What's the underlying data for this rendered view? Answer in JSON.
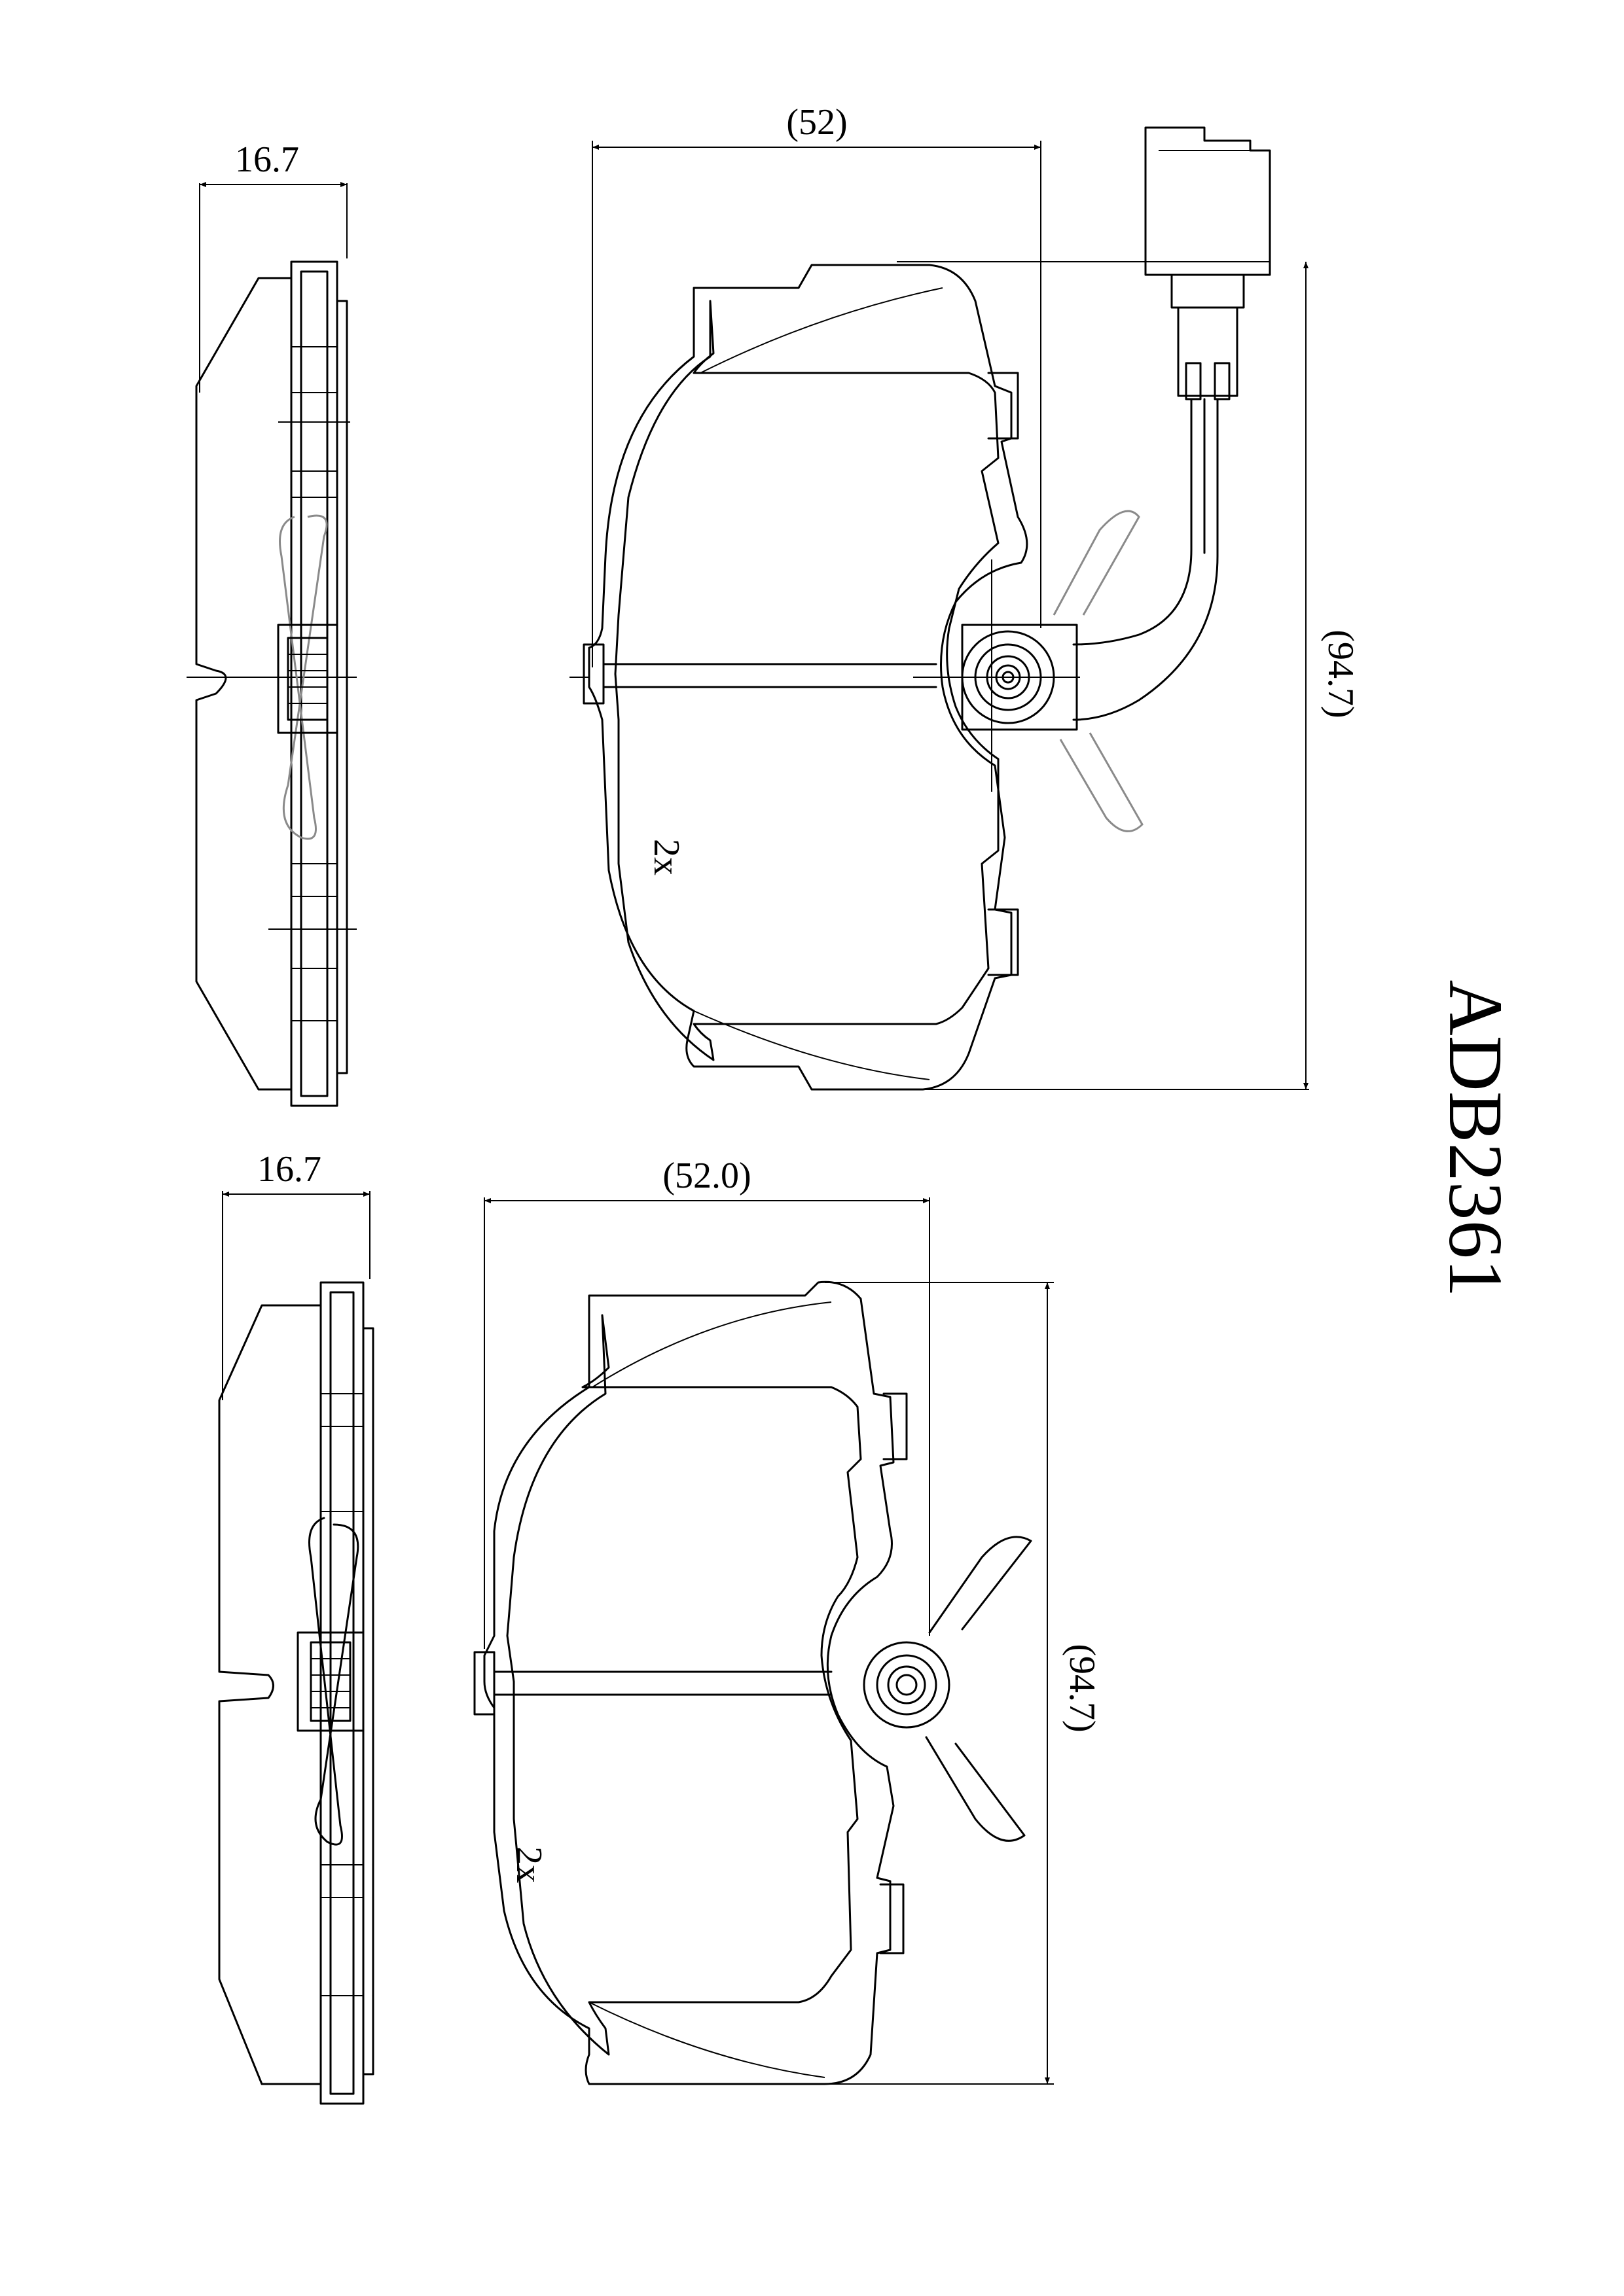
{
  "part_number": "ADB2361",
  "views": [
    {
      "thickness_label": "16.7",
      "width_label": "(52)",
      "height_label": "(94.7)",
      "quantity_label": "2x",
      "has_wear_sensor": true
    },
    {
      "thickness_label": "16.7",
      "width_label": "(52.0)",
      "height_label": "(94.7)",
      "quantity_label": "2x",
      "has_wear_sensor": false
    }
  ]
}
